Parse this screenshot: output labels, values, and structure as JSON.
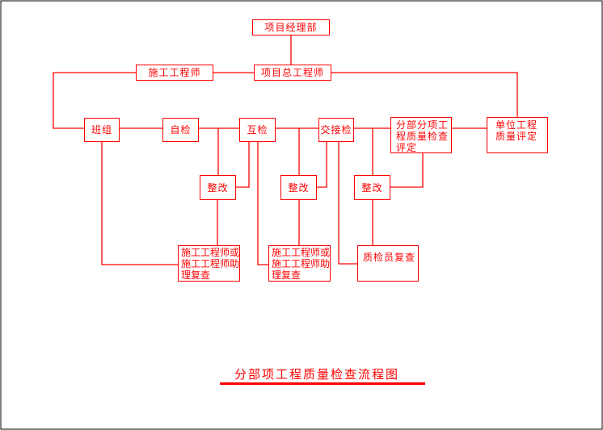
{
  "colors": {
    "accent": "#ff0000",
    "frame": "#000000"
  },
  "title": "分部项工程质量检查流程图",
  "nodes": {
    "pm_dept": "项目经理部",
    "construction_engineer": "施工工程师",
    "chief_engineer": "项目总工程师",
    "team": "班组",
    "self_check": "自检",
    "mutual_check": "互检",
    "handover_check": "交接检",
    "subitem_eval": "分部分项工程质量检查评定",
    "unit_eval": "单位工程质量评定",
    "rectify1": "整改",
    "rectify2": "整改",
    "rectify3": "整改",
    "recheck1": "施工工程师或施工工程师助理复查",
    "recheck2": "施工工程师或施工工程师助理复查",
    "inspector_recheck": "质检员复查"
  }
}
